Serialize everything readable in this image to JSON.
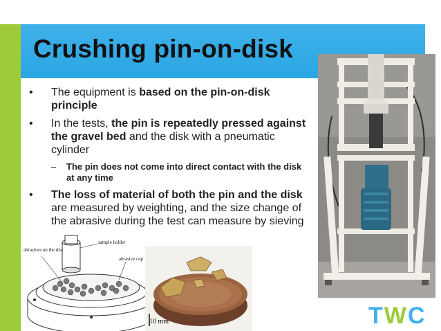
{
  "slide": {
    "title": "Crushing pin-on-disk",
    "bullets": [
      {
        "pre": "The equipment is ",
        "bold": "based on the pin-on-disk principle",
        "post": ""
      },
      {
        "pre": "In the tests, ",
        "bold": "the pin is repeatedly pressed against the gravel bed",
        "post": " and the disk with a pneumatic cylinder"
      },
      {
        "sub": "The pin does not come into direct contact with the disk at any time"
      },
      {
        "pre": "",
        "bold": "The loss of material of both the pin and the disk",
        "post": " are measured by weighting, and the size change of the abrasive during the test can measure by sieving"
      }
    ],
    "diagram_labels": {
      "abrasives": "abrasives on the disc",
      "sample_holder": "sample holder",
      "abrasive_cup": "abrasive cup"
    },
    "scale_label": "10 mm",
    "logo": {
      "t": "T",
      "w": "W",
      "c": "C",
      "t_color": "#3fb1ea",
      "w_color": "#9ecb3a",
      "c_color": "#3fb1ea"
    }
  }
}
